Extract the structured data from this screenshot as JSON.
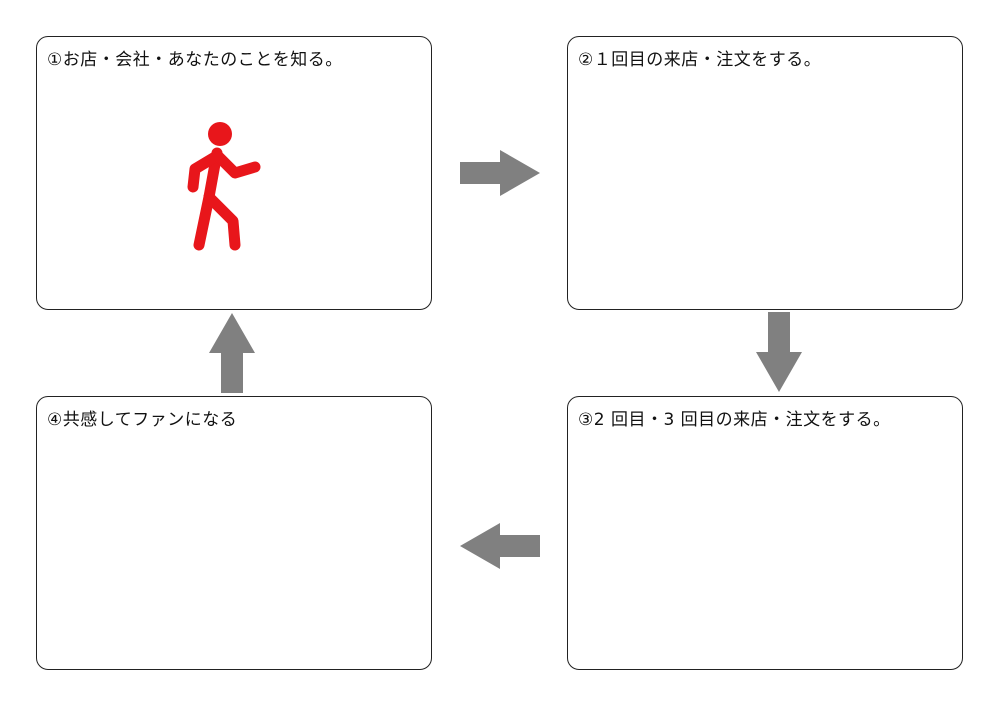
{
  "steps": [
    {
      "label": "①お店・会社・あなたのことを知る。"
    },
    {
      "label": "②１回目の来店・注文をする。"
    },
    {
      "label": "③2 回目・3 回目の来店・注文をする。"
    },
    {
      "label": "④共感してファンになる"
    }
  ],
  "colors": {
    "arrow": "#808080",
    "person": "#e8161b",
    "border": "#222222"
  },
  "icons": {
    "step1_icon": "walking-person-icon"
  }
}
